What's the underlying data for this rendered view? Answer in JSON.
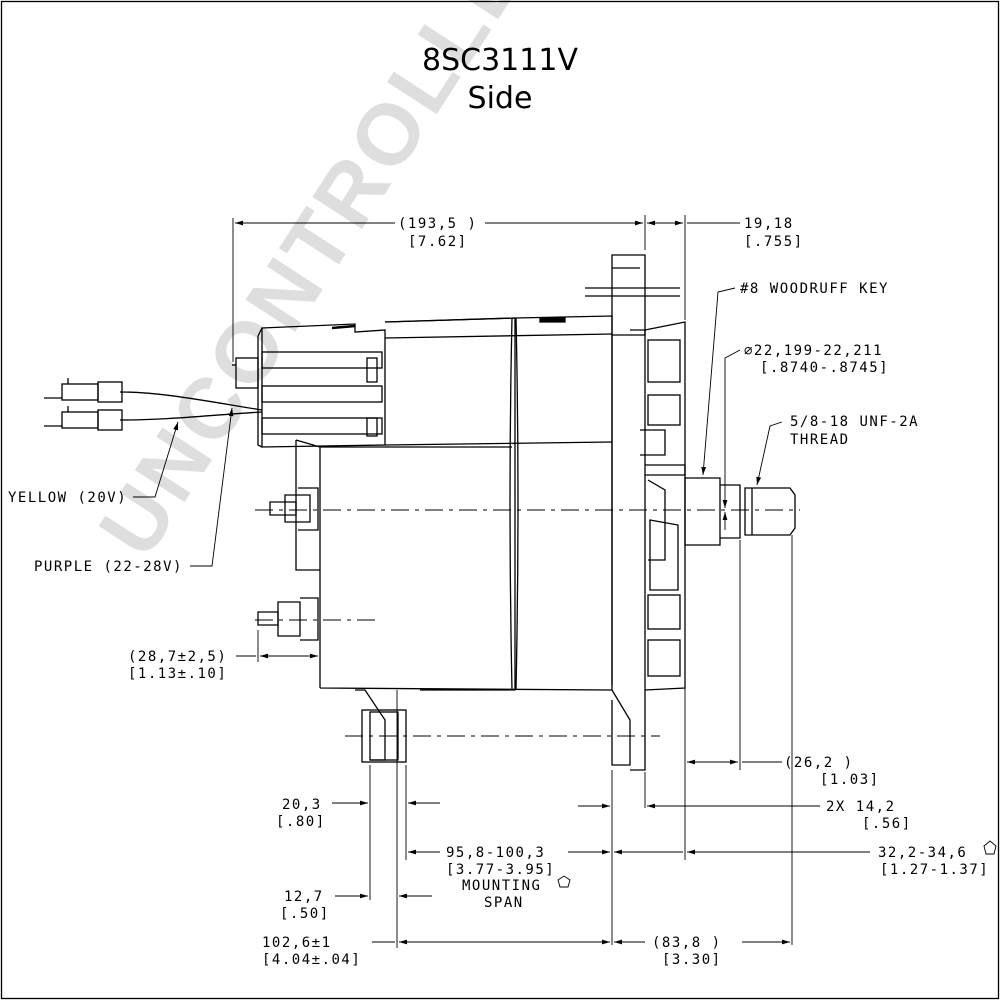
{
  "title": {
    "model": "8SC3111V",
    "view": "Side"
  },
  "watermark": "UNCONTROLLED COPY",
  "dimensions": {
    "overall_length": {
      "metric": "(193,5 )",
      "imperial": "[7.62]"
    },
    "hub_length": {
      "metric": "19,18",
      "imperial": "[.755]"
    },
    "terminal_offset": {
      "metric": "(28,7±2,5)",
      "imperial": "[1.13±.10]"
    },
    "shaft_ext": {
      "metric": "(26,2 )",
      "imperial": "[1.03]"
    },
    "foot_width": {
      "metric": "20,3",
      "imperial": "[.80]"
    },
    "flange_width": {
      "metric": "2X 14,2",
      "imperial": "[.56]"
    },
    "mounting_span": {
      "metric": "95,8-100,3",
      "imperial": "[3.77-3.95]",
      "label1": "MOUNTING",
      "label2": "SPAN"
    },
    "flange_to_shaft": {
      "metric": "32,2-34,6",
      "imperial": "[1.27-1.37]"
    },
    "slot_width": {
      "metric": "12,7",
      "imperial": "[.50]"
    },
    "mount_to_flange": {
      "metric": "102,6±1",
      "imperial": "[4.04±.04]"
    },
    "flange_to_end": {
      "metric": "(83,8 )",
      "imperial": "[3.30]"
    }
  },
  "callouts": {
    "key": "#8 WOODRUFF KEY",
    "shaft_dia": "⌀22,199-22,211",
    "shaft_dia_in": "[.8740-.8745]",
    "thread": "5/8-18 UNF-2A",
    "thread2": "THREAD",
    "yellow": "YELLOW (20V)",
    "purple": "PURPLE (22-28V)"
  }
}
